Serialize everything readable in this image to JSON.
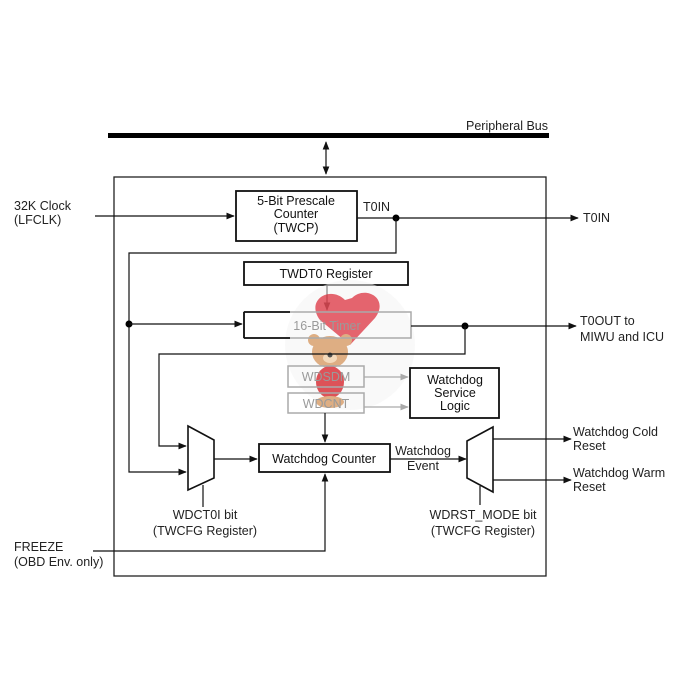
{
  "diagram": {
    "title": "Timer and Watchdog block diagram",
    "bus": {
      "label": "Peripheral Bus"
    },
    "inputs": {
      "clock": {
        "line1": "32K Clock",
        "line2": "(LFCLK)"
      },
      "freeze": {
        "line1": "FREEZE",
        "line2": "(OBD Env. only)"
      }
    },
    "blocks": {
      "prescale": {
        "line1": "5-Bit Prescale",
        "line2": "Counter",
        "line3": "(TWCP)"
      },
      "twdt0": {
        "label": "TWDT0 Register"
      },
      "timer16": {
        "label": "16-Bit Timer"
      },
      "wdsdm": {
        "label": "WDSDM"
      },
      "wdcnt": {
        "label": "WDCNT"
      },
      "service_logic": {
        "line1": "Watchdog",
        "line2": "Service",
        "line3": "Logic"
      },
      "watchdog_counter": {
        "label": "Watchdog Counter"
      }
    },
    "signals": {
      "t0in_internal": "T0IN",
      "t0in_out": "T0IN",
      "t0out": {
        "line1": "T0OUT to",
        "line2": "MIWU and ICU"
      },
      "watchdog_event": {
        "line1": "Watchdog",
        "line2": "Event"
      }
    },
    "muxes": {
      "wdct0i": {
        "line1": "WDCT0I bit",
        "line2": "(TWCFG Register)"
      },
      "wdrst_mode": {
        "line1": "WDRST_MODE bit",
        "line2": "(TWCFG Register)"
      }
    },
    "outputs": {
      "cold_reset": {
        "line1": "Watchdog Cold",
        "line2": "Reset"
      },
      "warm_reset": {
        "line1": "Watchdog Warm",
        "line2": "Reset"
      }
    },
    "watermark": {
      "description": "teddy bear holding heart balloon"
    }
  }
}
